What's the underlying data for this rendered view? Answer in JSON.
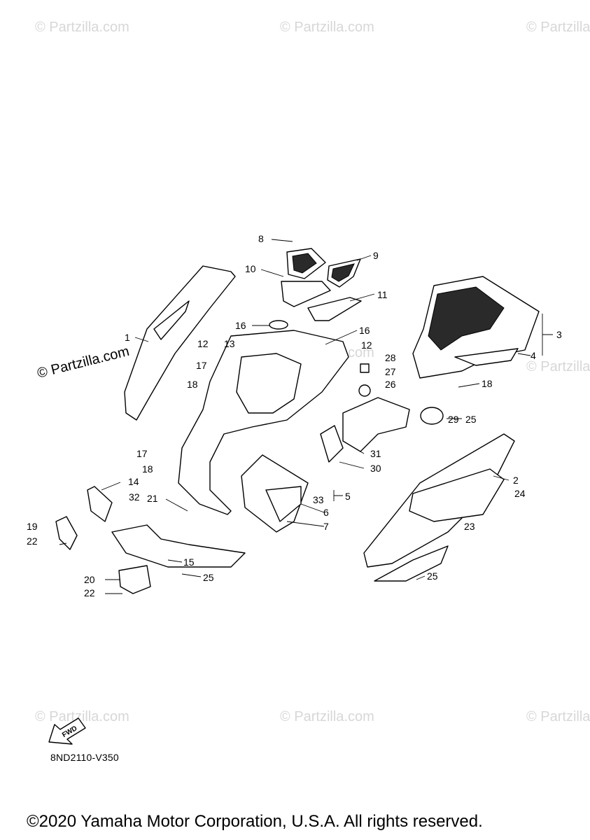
{
  "diagram": {
    "watermarks": [
      "© Partzilla.com",
      "© Partzilla.com",
      "© Partzilla.com",
      "© Partzilla.com",
      "© Partzilla.com",
      "© Partzilla.com",
      "© Partzilla.com",
      "© Partzilla.com",
      "© Partzilla.com",
      "© Partzilla.com"
    ],
    "callouts": [
      "1",
      "2",
      "3",
      "4",
      "5",
      "6",
      "7",
      "8",
      "9",
      "10",
      "11",
      "12",
      "12",
      "13",
      "14",
      "15",
      "16",
      "16",
      "17",
      "17",
      "18",
      "18",
      "18",
      "19",
      "20",
      "21",
      "22",
      "22",
      "23",
      "24",
      "25",
      "25",
      "25",
      "26",
      "27",
      "28",
      "29",
      "30",
      "31",
      "32",
      "33"
    ],
    "fwd_label": "FWD",
    "diagram_code": "8ND2110-V350",
    "copyright": "©2020 Yamaha Motor Corporation, U.S.A. All rights reserved."
  },
  "colors": {
    "line": "#000000",
    "watermark": "#d7d7d7",
    "background": "#ffffff"
  }
}
